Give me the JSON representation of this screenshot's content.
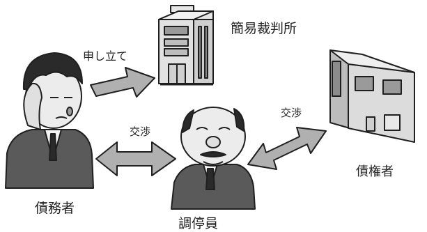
{
  "labels": {
    "court": "簡易裁判所",
    "petition": "申し立て",
    "negotiation_left": "交渉",
    "negotiation_right": "交渉",
    "creditor": "債権者",
    "debtor": "債務者",
    "mediator": "調停員"
  },
  "colors": {
    "line": "#1f1f1f",
    "building_fill": "#d9d9d9",
    "building_dark": "#9a9a9a",
    "arrow_fill": "#b0b0b0",
    "suit_fill": "#5a5a5a",
    "skin_fill": "#ececec"
  }
}
